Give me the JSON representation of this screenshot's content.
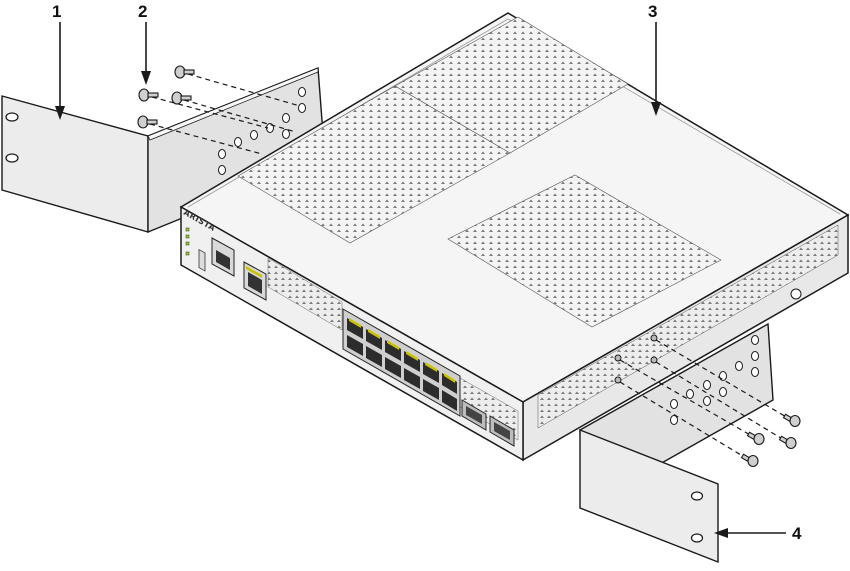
{
  "diagram": {
    "callouts": [
      {
        "id": "1",
        "label": "1"
      },
      {
        "id": "2",
        "label": "2"
      },
      {
        "id": "3",
        "label": "3"
      },
      {
        "id": "4",
        "label": "4"
      }
    ],
    "device": {
      "brand_logo": "ARISTA"
    },
    "colors": {
      "line": "#1a1a1a",
      "bracket_fill": "#e9e9e9",
      "device_top": "#f4f4f4",
      "vent": "#666666",
      "port_accent": "#c9c200"
    }
  }
}
